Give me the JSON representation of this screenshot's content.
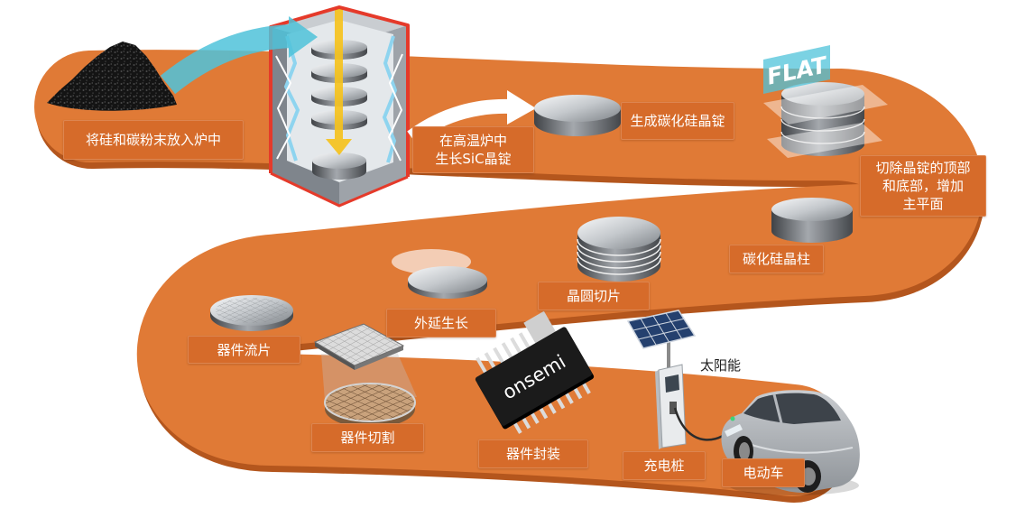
{
  "colors": {
    "path": "#E07A36",
    "path_shadow": "#B4561D",
    "label_bg": "#D66B2A",
    "furnace_edge": "#E53A2A",
    "arrow_cyan": "#4FC3DA"
  },
  "steps": {
    "load_powder": "将硅和碳粉末放入炉中",
    "grow_ingot": [
      "在高温炉中",
      "生长SiC晶锭"
    ],
    "ingot_formed": "生成碳化硅晶锭",
    "flat_tag": "FLAT",
    "trim_ingot": [
      "切除晶锭的顶部",
      "和底部，增加",
      "主平面"
    ],
    "boule": "碳化硅晶柱",
    "wafer_slicing": "晶圆切片",
    "epitaxy": "外延生长",
    "device_fab": "器件流片",
    "dicing": "器件切割",
    "packaging": "器件封装"
  },
  "applications": {
    "solar": "太阳能",
    "charger": "充电桩",
    "ev": "电动车"
  },
  "brand": {
    "chip_logo": "onsemi"
  }
}
